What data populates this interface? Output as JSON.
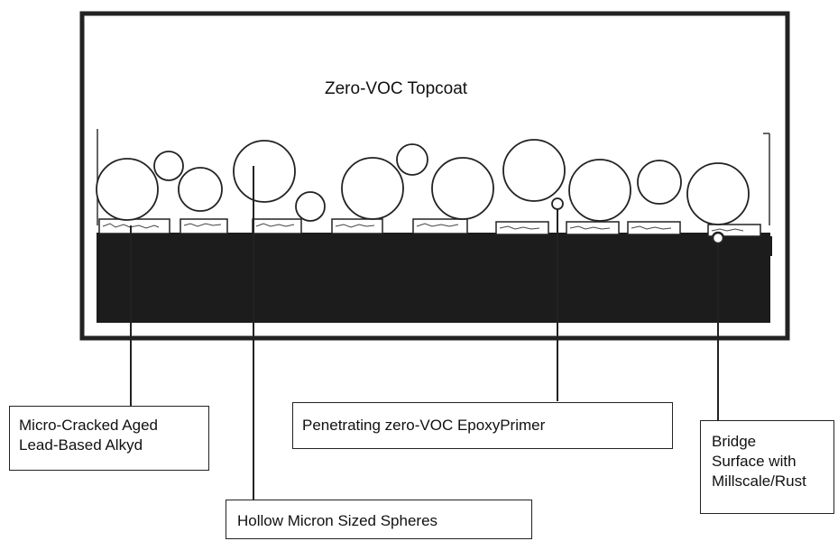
{
  "diagram": {
    "title": "Zero-VOC Topcoat",
    "labels": {
      "aged_alkyd": [
        "Micro-Cracked Aged",
        "Lead-Based Alkyd"
      ],
      "spheres": "Hollow Micron Sized Spheres",
      "primer": "Penetrating zero-VOC EpoxyPrimer",
      "bridge_surface": [
        "Bridge",
        "Surface with",
        "Millscale/Rust"
      ]
    },
    "colors": {
      "substrate": "#1c1c1c",
      "outline": "#222222",
      "background": "#ffffff"
    }
  }
}
